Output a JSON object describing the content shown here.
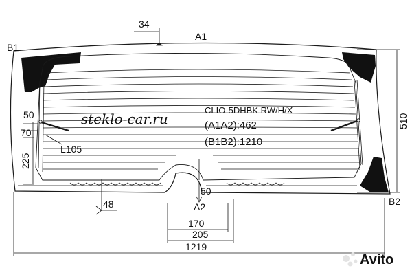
{
  "watermark": "steklo-car.ru",
  "model": "CLIO-5DHBK RW/H/X",
  "a1a2": "(A1A2):462",
  "b1b2": "(B1B2):1210",
  "points": {
    "a1": "A1",
    "a2": "A2",
    "b1": "B1",
    "b2": "B2"
  },
  "dims": {
    "d34": "34",
    "d510": "510",
    "d50_left": "50",
    "d70": "70",
    "d225": "225",
    "l105": "L105",
    "d48": "48",
    "d50_bottom": "50",
    "d170": "170",
    "d205": "205",
    "d1219": "1219"
  },
  "brand": "Avito",
  "colors": {
    "line": "#1a1a1a",
    "fill_black": "#111111",
    "watermark": "#e3e3e3"
  }
}
